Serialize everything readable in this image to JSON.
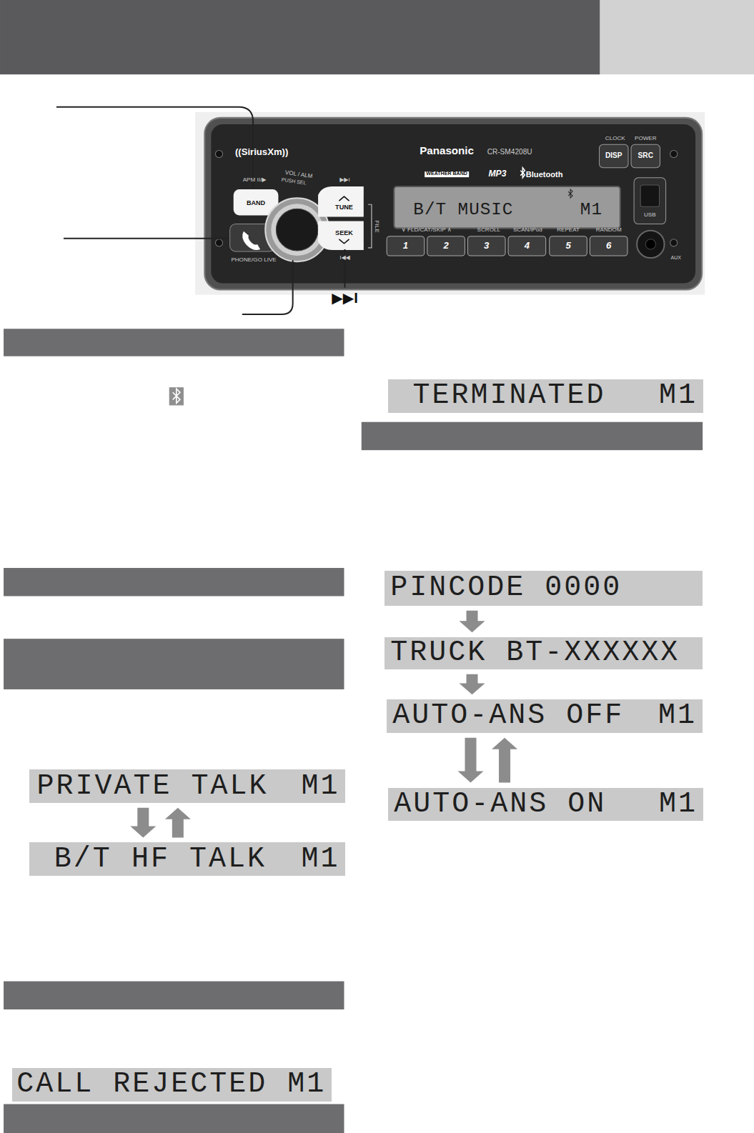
{
  "diagram": {
    "nodes": [
      {
        "text": [
          "PRIVATE TALK",
          "M1"
        ]
      },
      {
        "text": [
          "B/T HF TALK",
          "M1"
        ]
      },
      {
        "text": [
          "CALL REJECTED",
          "M1"
        ]
      },
      {
        "text": [
          "TERMINATED",
          "M1"
        ]
      },
      {
        "text": [
          "PINCODE 0000"
        ]
      },
      {
        "text": [
          "TRUCK BT-XXXXXX"
        ]
      },
      {
        "text": [
          "AUTO-ANS OFF",
          "M1"
        ]
      },
      {
        "text": [
          "AUTO-ANS ON",
          "M1"
        ]
      }
    ],
    "edges": [
      {
        "from": 0,
        "to": 1,
        "arrow": "both"
      },
      {
        "from": 4,
        "to": 5,
        "arrow": "to"
      },
      {
        "from": 5,
        "to": 6,
        "arrow": "to"
      },
      {
        "from": 6,
        "to": 7,
        "arrow": "both"
      }
    ],
    "labels": [
      "((SiriusXm))",
      "Panasonic",
      "CR-SM4208U",
      "CLOCK",
      "POWER",
      "DISP",
      "SRC",
      "WEATHER BAND",
      "MP3",
      "Bluetooth",
      "APM II/▶",
      "VOL / ALM",
      "PUSH SEL",
      "▶▶I",
      "BAND",
      "TUNE",
      "SEEK",
      "I◀◀",
      "FILE",
      "B/T MUSIC",
      "M1",
      "∨ FLD/CAT/SKIP ∧",
      "SCROLL",
      "SCAN/iPod",
      "REPEAT",
      "RANDOM",
      "1",
      "2",
      "3",
      "4",
      "5",
      "6",
      "USB",
      "AUX",
      "PHONE/GO LIVE",
      "▶▶I"
    ]
  }
}
